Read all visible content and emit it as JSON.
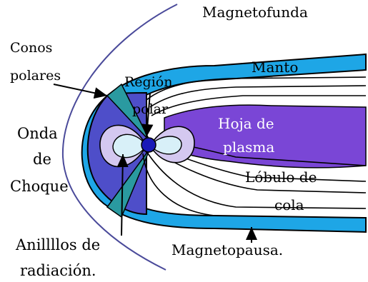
{
  "labels": {
    "magnetofunda": "Magnetofunda",
    "conos_polares_1": "Conos",
    "conos_polares_2": "polares",
    "manto": "Manto",
    "region_polar_1": "Región",
    "region_polar_2": "polar",
    "hoja_de_plasma_1": "Hoja de",
    "hoja_de_plasma_2": "plasma",
    "onda_de_choque_1": "Onda",
    "onda_de_choque_2": "de",
    "onda_de_choque_3": "Choque",
    "lobulo_de_cola_1": "Lóbulo de",
    "lobulo_de_cola_2": "cola",
    "anillos_de_radiacion_1": "Anillllos de",
    "anillos_de_radiacion_2": "radiación.",
    "magnetopausa": "Magnetopausa."
  },
  "colors": {
    "magnetosheath_light_blue": "#1ea6e6",
    "cusp_teal": "#2a9aa0",
    "plasma_sheet_purple": "#7a46d6",
    "dayside_blue_violet": "#4e4ec9",
    "lavender": "#d4c8f0",
    "pale_cyan": "#d8f0f8",
    "earth": "#1a1ab8"
  }
}
